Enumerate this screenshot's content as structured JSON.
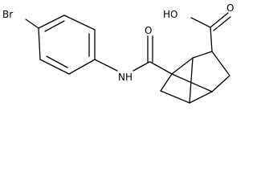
{
  "molecule": {
    "atoms": {
      "bromine": "Br",
      "amide_nitrogen": "NH",
      "amide_oxygen": "O",
      "acid_oxygen": "O",
      "acid_hydroxyl": "HO"
    }
  }
}
